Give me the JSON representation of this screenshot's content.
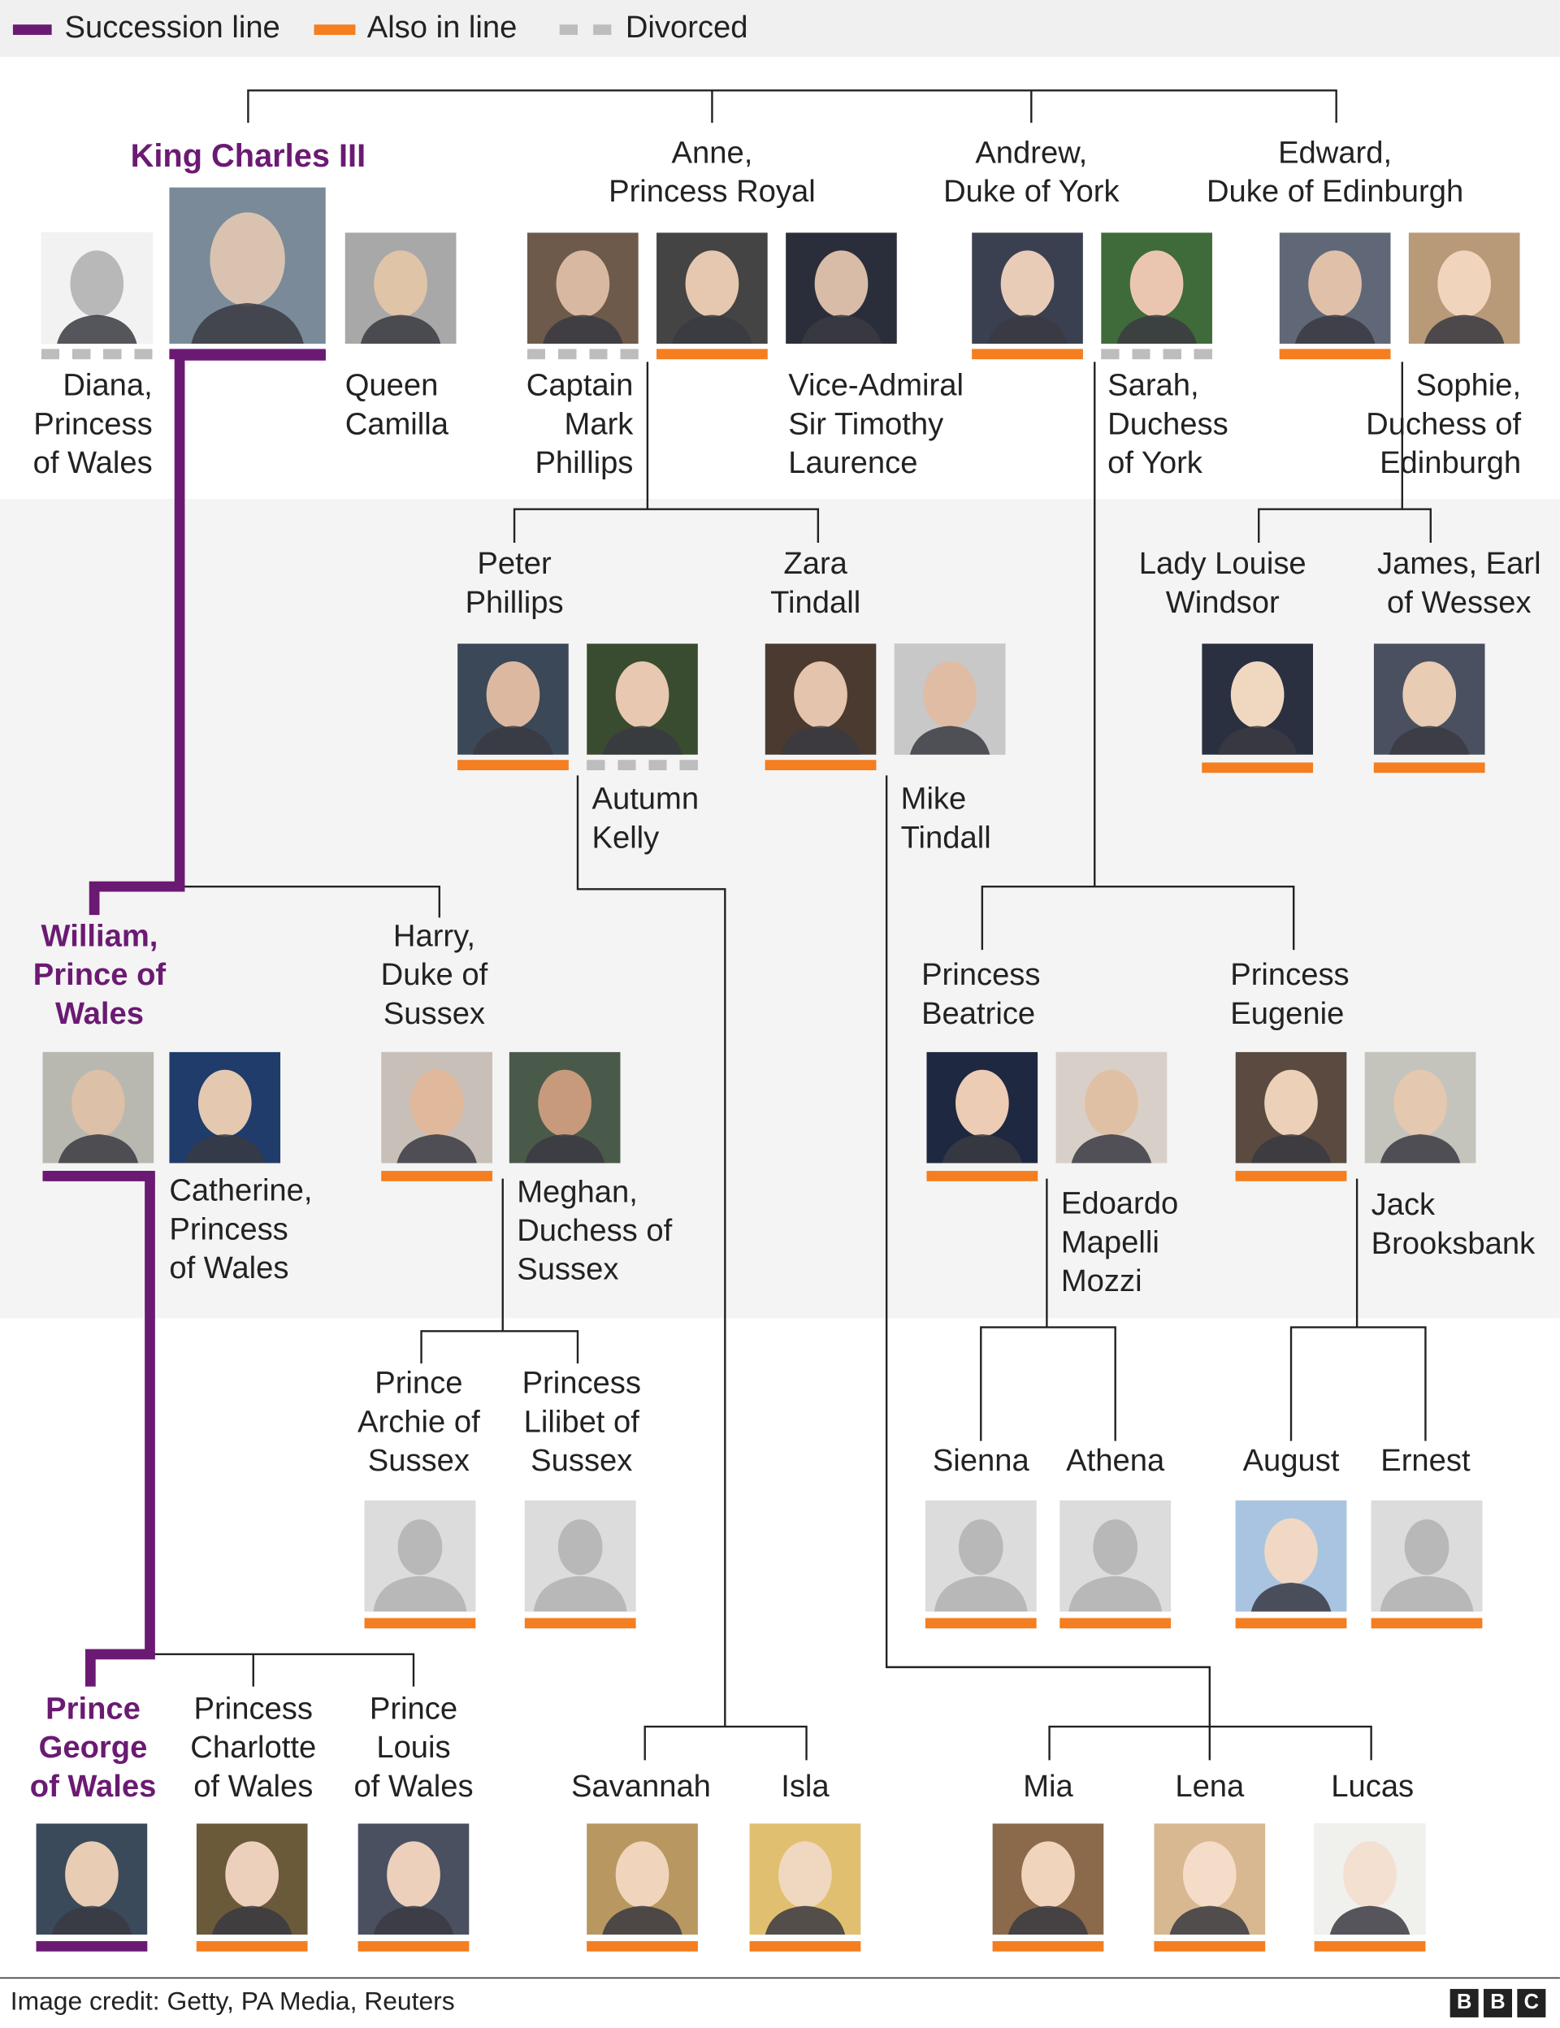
{
  "legend": {
    "succession": "Succession line",
    "also": "Also in line",
    "divorced": "Divorced"
  },
  "colors": {
    "succession": "#6b1a73",
    "also": "#f47e20",
    "divorced": "#bdbdbd",
    "band": "#f4f4f4"
  },
  "people": {
    "charles": "King Charles III",
    "diana": "Diana,\nPrincess\nof Wales",
    "camilla": "Queen\nCamilla",
    "anne": "Anne,\nPrincess Royal",
    "mark": "Captain\nMark\nPhillips",
    "timothy": "Vice-Admiral\nSir Timothy\nLaurence",
    "andrew": "Andrew,\nDuke of York",
    "sarah": "Sarah,\nDuchess\nof York",
    "edward": "Edward,\nDuke of Edinburgh",
    "sophie": "Sophie,\nDuchess of\nEdinburgh",
    "peter": "Peter\nPhillips",
    "autumn": "Autumn\nKelly",
    "zara": "Zara\nTindall",
    "mike": "Mike\nTindall",
    "louise": "Lady Louise\nWindsor",
    "james": "James, Earl\nof Wessex",
    "william": "William,\nPrince of\nWales",
    "catherine": "Catherine,\nPrincess\nof Wales",
    "harry": "Harry,\nDuke of\nSussex",
    "meghan": "Meghan,\nDuchess of\nSussex",
    "beatrice": "Princess\nBeatrice",
    "edoardo": "Edoardo\nMapelli\nMozzi",
    "eugenie": "Princess\nEugenie",
    "jack": "Jack\nBrooksbank",
    "archie": "Prince\nArchie of\nSussex",
    "lilibet": "Princess\nLilibet of\nSussex",
    "sienna": "Sienna",
    "athena": "Athena",
    "august": "August",
    "ernest": "Ernest",
    "george": "Prince\nGeorge\nof Wales",
    "charlotte": "Princess\nCharlotte\nof Wales",
    "louis": "Prince\nLouis\nof Wales",
    "savannah": "Savannah",
    "isla": "Isla",
    "mia": "Mia",
    "lena": "Lena",
    "lucas": "Lucas"
  },
  "footer": {
    "credit": "Image credit: Getty, PA Media, Reuters",
    "logo": [
      "B",
      "B",
      "C"
    ]
  }
}
